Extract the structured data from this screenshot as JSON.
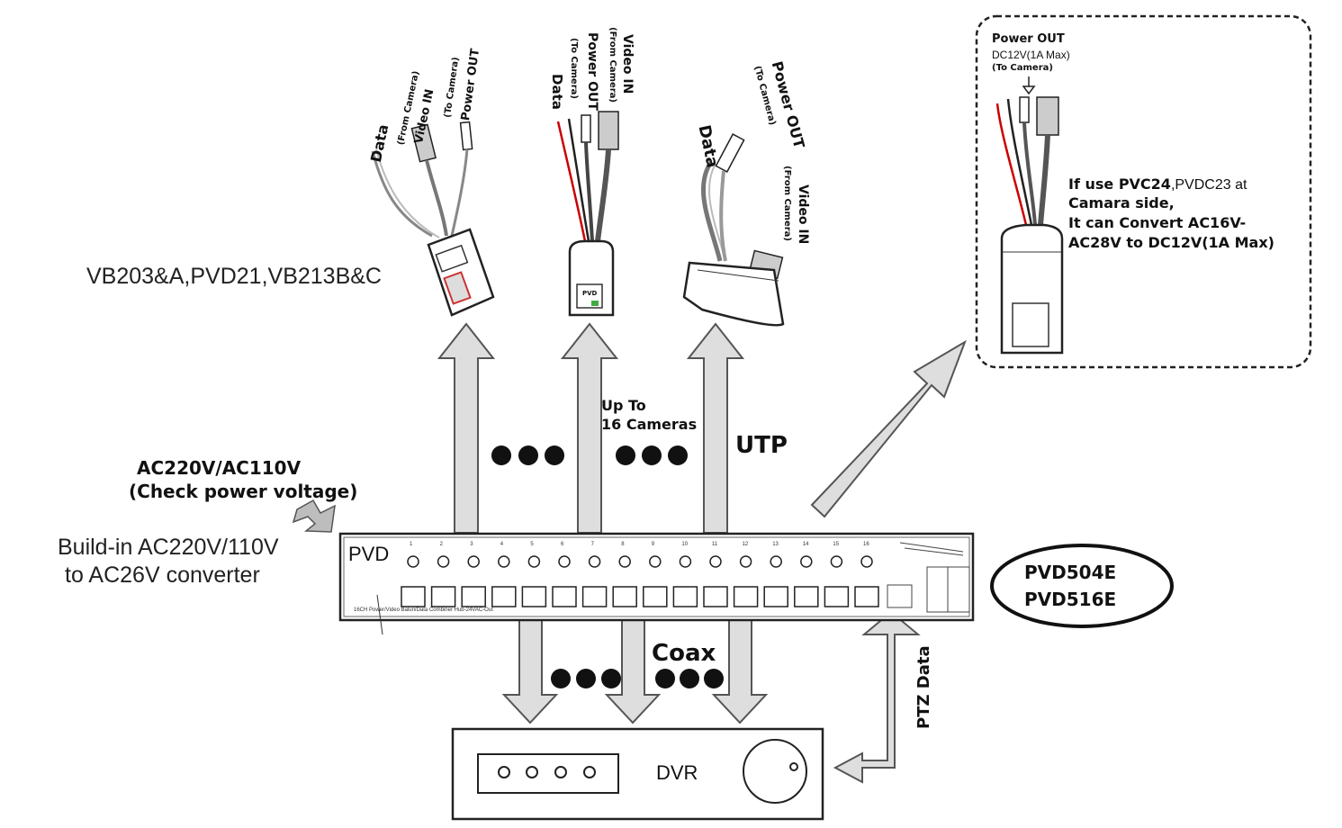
{
  "module_models": "VB203&A,PVD21,VB213B&C",
  "transceivers": {
    "left": {
      "data": "Data",
      "video_in": "Video IN",
      "video_in_sub": "(From Camera)",
      "power_out": "Power OUT",
      "power_out_sub": "(To Camera)"
    },
    "middle": {
      "data": "Data",
      "video_in": "Video IN",
      "video_in_sub": "(From Camera)",
      "power_out": "Power OUT",
      "power_out_sub": "(To Camera)",
      "badge": "PVD"
    },
    "right": {
      "data": "Data",
      "video_in": "Video IN",
      "video_in_sub": "(From Camera)",
      "power_out": "Power OUT",
      "power_out_sub": "(To Camera)"
    }
  },
  "inset": {
    "power_out": "Power OUT",
    "spec": "DC12V(1A Max)",
    "spec_sub": "(To Camera)",
    "note_line1_bold": "If use PVC24",
    "note_line1_rest": ",PVDC23 at",
    "note_line2": "Camara side,",
    "note_line3": "It can Convert AC16V-",
    "note_line4": "AC28V to DC12V(1A Max)"
  },
  "cameras_label_line1": "Up To",
  "cameras_label_line2": "16 Cameras",
  "utp_label": "UTP",
  "power_input_line1": "AC220V/AC110V",
  "power_input_line2": "(Check power voltage)",
  "converter_line1": "Build-in AC220V/110V",
  "converter_line2": "to AC26V converter",
  "unit": {
    "brand": "PVD",
    "port_numbers": [
      "1",
      "2",
      "3",
      "4",
      "5",
      "6",
      "7",
      "8",
      "9",
      "10",
      "11",
      "12",
      "13",
      "14",
      "15",
      "16"
    ],
    "bottom_caption": "16CH Power/Video Balun/Data Combiner Hub-24VAC-Out"
  },
  "product_badge_line1": "PVD504E",
  "product_badge_line2": "PVD516E",
  "coax_label": "Coax",
  "ptz_label": "PTZ Data",
  "dvr_label": "DVR"
}
